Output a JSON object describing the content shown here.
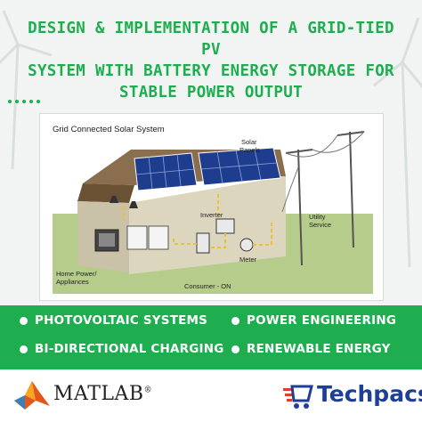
{
  "title": {
    "line1": "DESIGN & IMPLEMENTATION OF A GRID-TIED PV",
    "line2": "SYSTEM WITH BATTERY ENERGY STORAGE FOR",
    "line3": "STABLE POWER OUTPUT"
  },
  "diagram": {
    "heading": "Grid Connected  Solar System",
    "labels": {
      "solar_panels_1": "Solar",
      "solar_panels_2": "Panels",
      "inverter": "Inverter",
      "utility_1": "Utility",
      "utility_2": "Service",
      "meter": "Meter",
      "home_1": "Home Power/",
      "home_2": "Appliances",
      "consumer": "Consumer - ON"
    }
  },
  "topics": [
    "PHOTOVOLTAIC SYSTEMS",
    "POWER ENGINEERING",
    "BI-DIRECTIONAL CHARGING",
    "RENEWABLE ENERGY"
  ],
  "footer": {
    "matlab": "MATLAB",
    "matlab_mark": "®",
    "techpacs": "Techpacs"
  },
  "colors": {
    "accent_green": "#1eae50",
    "brand_blue": "#1c3f97"
  }
}
